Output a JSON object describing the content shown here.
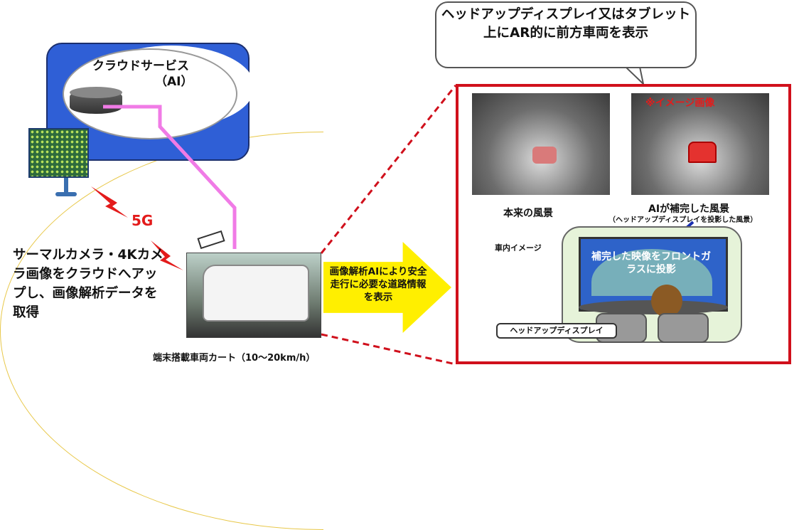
{
  "cloud": {
    "title": "クラウドサービス",
    "subtitle": "（AI）"
  },
  "network": {
    "label": "5G"
  },
  "left_text": "サーマルカメラ・4Kカメラ画像をクラウドへアップし、画像解析データを取得",
  "cart_caption": "端末搭載車両カート（10〜20km/h）",
  "arrow_text": "画像解析AIにより安全走行に必要な道路情報を表示",
  "bubble_text": "ヘッドアップディスプレイ又はタブレット上にAR的に前方車両を表示",
  "panel": {
    "image_note": "※イメージ画像",
    "original_label": "本来の風景",
    "ai_label": "AIが補完した風景",
    "ai_sublabel": "（ヘッドアップディスプレイを投影した風景）",
    "interior_label": "車内イメージ",
    "hud_text": "補完した映像をフロントガラスに投影",
    "hud_label": "ヘッドアップディスプレイ"
  },
  "colors": {
    "accent_red": "#d0101c",
    "arrow_yellow": "#ffef00",
    "link_pink": "#f07be6",
    "box_blue": "#2f5fd6"
  }
}
